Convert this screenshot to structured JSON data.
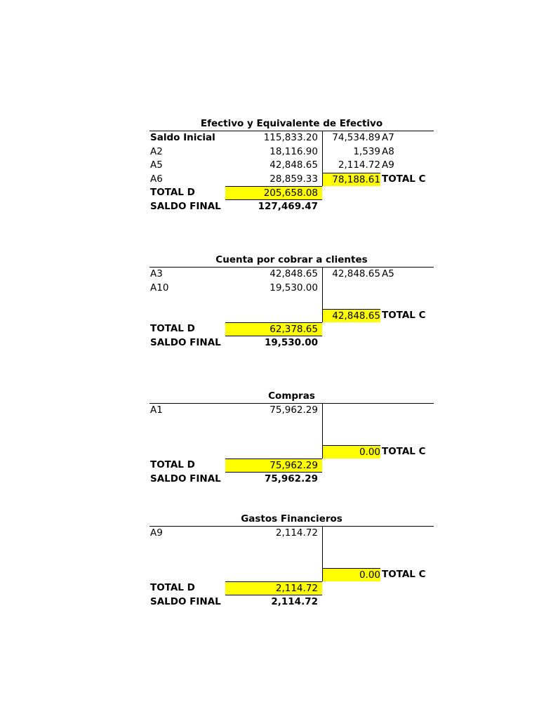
{
  "accounts": [
    {
      "title": "Efectivo y Equivalente de Efectivo",
      "rows": [
        {
          "label": "Saldo Inicial",
          "debit": "115,833.20",
          "credit": "74,534.89",
          "credit_ref": "A7"
        },
        {
          "label": "A2",
          "debit": "18,116.90",
          "credit": "1,539",
          "credit_ref": "A8"
        },
        {
          "label": "A5",
          "debit": "42,848.65",
          "credit": "2,114.72",
          "credit_ref": "A9"
        },
        {
          "label": "A6",
          "debit": "28,859.33",
          "credit": "78,188.61",
          "credit_ref": "TOTAL C"
        }
      ],
      "total_d_label": "TOTAL D",
      "total_d": "205,658.08",
      "saldo_final_label": "SALDO FINAL",
      "saldo_final": "127,469.47"
    },
    {
      "title": "Cuenta por cobrar a clientes",
      "rows": [
        {
          "label": "A3",
          "debit": "42,848.65",
          "credit": "42,848.65",
          "credit_ref": "A5"
        },
        {
          "label": "A10",
          "debit": "19,530.00"
        }
      ],
      "total_c": "42,848.65",
      "total_c_label": "TOTAL C",
      "total_d_label": "TOTAL D",
      "total_d": "62,378.65",
      "saldo_final_label": "SALDO FINAL",
      "saldo_final": "19,530.00"
    },
    {
      "title": "Compras",
      "rows": [
        {
          "label": "A1",
          "debit": "75,962.29"
        }
      ],
      "total_c": "0.00",
      "total_c_label": "TOTAL C",
      "total_d_label": "TOTAL D",
      "total_d": "75,962.29",
      "saldo_final_label": "SALDO FINAL",
      "saldo_final": "75,962.29"
    },
    {
      "title": "Gastos Financieros",
      "rows": [
        {
          "label": "A9",
          "debit": "2,114.72"
        }
      ],
      "total_c": "0.00",
      "total_c_label": "TOTAL C",
      "total_d_label": "TOTAL D",
      "total_d": "2,114.72",
      "saldo_final_label": "SALDO FINAL",
      "saldo_final": "2,114.72"
    }
  ]
}
